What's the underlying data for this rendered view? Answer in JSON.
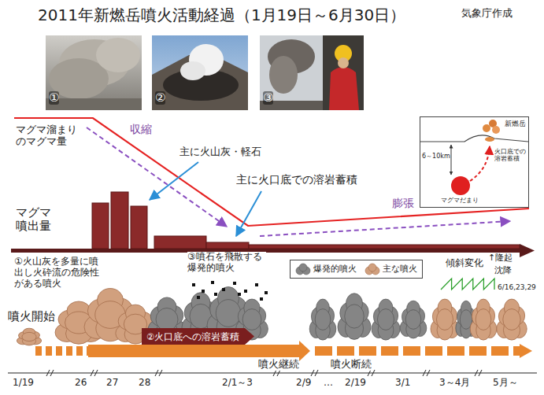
{
  "diagram": {
    "title": "2011年新燃岳噴火活動経過（1月19日～6月30日）",
    "nodes": [
      {
        "text": [
          "新燃岳",
          "6～10km",
          "火口底での溶岩蓄積",
          "マグマだまり"
        ]
      },
      {
        "text": [
          "②火口底への溶岩蓄積"
        ]
      }
    ],
    "labels": [
      "気象庁作成",
      "①",
      "②",
      "③",
      "マグマ溜まりのマグマ量",
      "収縮",
      "主に火山灰・軽石",
      "主に火口底での溶岩蓄積",
      "膨張",
      "マグマ噴出量",
      "①火山灰を多量に噴出し火砕流の危険性がある噴火",
      "③噴石を飛散する爆発的噴火",
      "傾斜変化",
      "↑隆起",
      "沈降",
      "6/16,23,29",
      "噴火開始",
      "噴火継続",
      "噴火断続",
      "1/19",
      "26",
      "27",
      "28",
      "2/1～3",
      "2/9",
      "…",
      "2/19",
      "3/1",
      "3～4月",
      "5月～"
    ],
    "legend": [
      {
        "text": "爆発的噴火"
      },
      {
        "text": "主な噴火"
      }
    ]
  }
}
